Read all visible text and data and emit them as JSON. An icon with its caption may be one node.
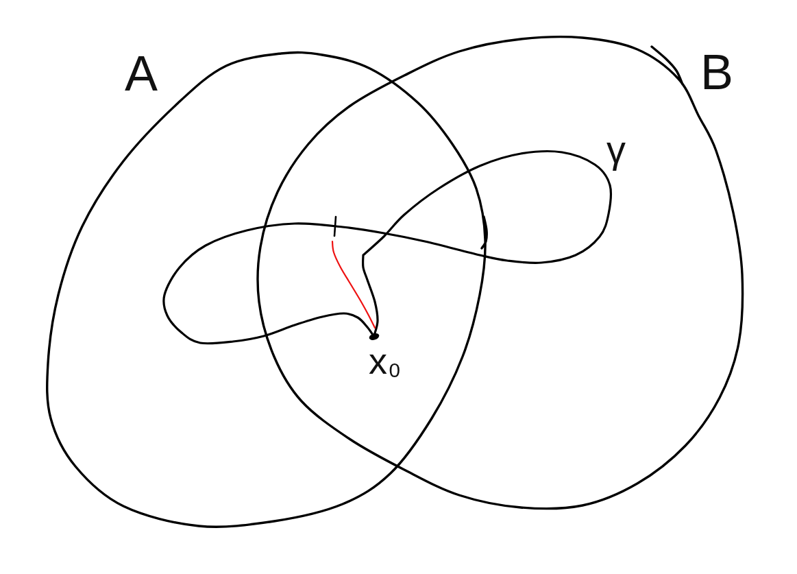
{
  "diagram": {
    "nodes": [
      {
        "text": [
          "A"
        ]
      },
      {
        "text": [
          "B"
        ]
      },
      {
        "text": [
          "x$_{0}$"
        ]
      }
    ],
    "labels": [
      "γ"
    ]
  }
}
